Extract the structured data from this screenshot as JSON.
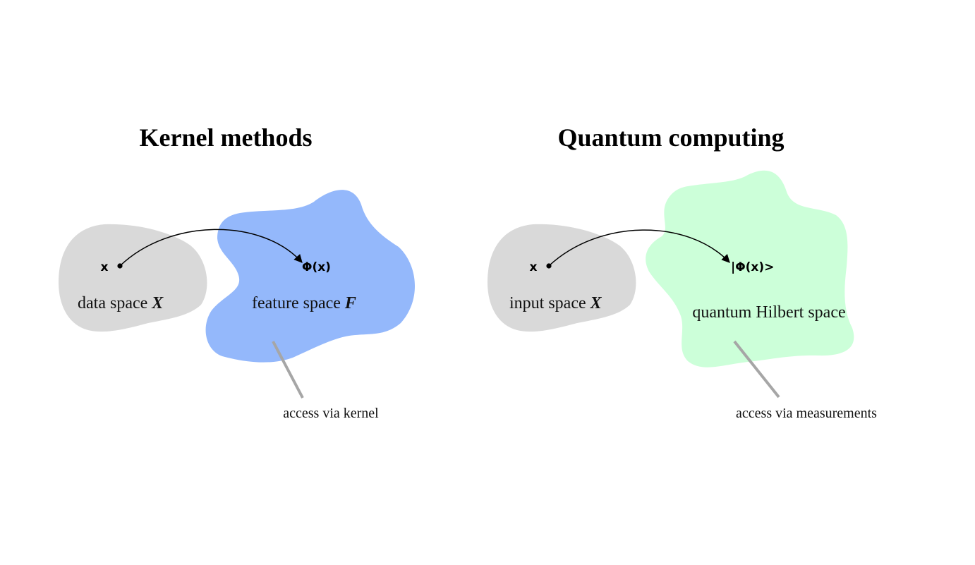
{
  "colors": {
    "data_space": "#d9d9d9",
    "feature_space": "#94b8fb",
    "hilbert_space": "#ccffd9",
    "pointer_line": "#a6a6a6",
    "arrow": "#000000"
  },
  "left_panel": {
    "title": "Kernel methods",
    "data_space": {
      "label": "data space",
      "var": "X"
    },
    "feature_space": {
      "label": "feature space",
      "var": "F"
    },
    "point_label": "x",
    "mapped_label": "Φ(x)",
    "access_label": "access via kernel"
  },
  "right_panel": {
    "title": "Quantum computing",
    "input_space": {
      "label": "input space",
      "var": "X"
    },
    "hilbert_space": {
      "label": "quantum Hilbert space"
    },
    "point_label": "x",
    "mapped_label": "|Φ(x)>",
    "access_label": "access via measurements"
  }
}
